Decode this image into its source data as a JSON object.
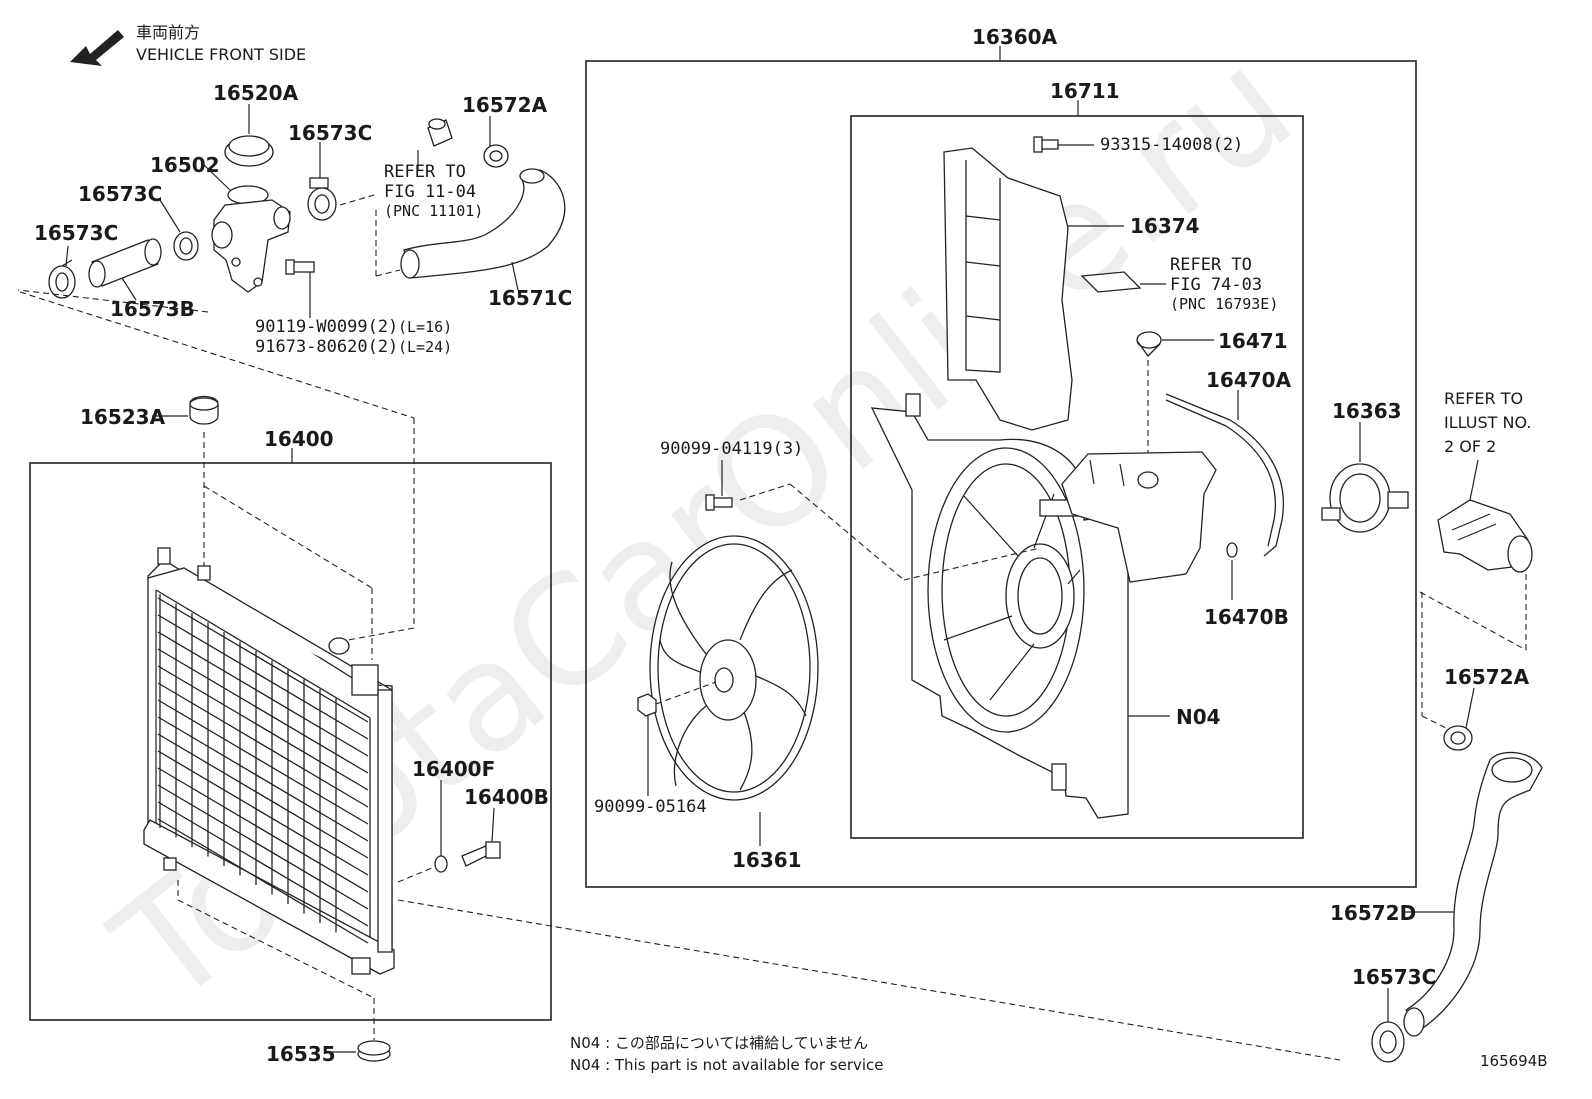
{
  "watermark": "ToyotaCarOnline.ru",
  "direction": {
    "line1": "車両前方",
    "line2": "VEHICLE FRONT SIDE"
  },
  "diagram_id": "165694B",
  "parts": {
    "p16520A": "16520A",
    "p16572A_top": "16572A",
    "p16573C_a": "16573C",
    "p16502": "16502",
    "p16573C_b": "16573C",
    "p16573C_c": "16573C",
    "p16573B": "16573B",
    "p16571C": "16571C",
    "p16523A": "16523A",
    "p16400": "16400",
    "p16400F": "16400F",
    "p16400B": "16400B",
    "p16535": "16535",
    "p16360A": "16360A",
    "p16711": "16711",
    "p16374": "16374",
    "p16471": "16471",
    "p16470A": "16470A",
    "p16470B": "16470B",
    "p16361": "16361",
    "pN04": "N04",
    "p16363": "16363",
    "p16572A_right": "16572A",
    "p16572D": "16572D",
    "p16573C_bottom": "16573C"
  },
  "fasteners": {
    "bolt_a": "90119-W0099(2)",
    "bolt_a_len": "(L=16)",
    "bolt_b": "91673-80620(2)",
    "bolt_b_len": "(L=24)",
    "screw_top": "93315-14008(2)",
    "fan_bolt": "90099-04119(3)",
    "fan_nut": "90099-05164"
  },
  "refs": {
    "ref1": {
      "line1": "REFER TO",
      "line2": "FIG 11-04",
      "line3": "(PNC 11101)"
    },
    "ref2": {
      "line1": "REFER TO",
      "line2": "FIG 74-03",
      "line3": "(PNC 16793E)"
    },
    "ref3": {
      "line1": "REFER TO",
      "line2": "ILLUST NO.",
      "line3": "2 OF 2"
    }
  },
  "notes": {
    "jp": "N04 : この部品については補給していません",
    "en": "N04 : This part is not available for service"
  }
}
